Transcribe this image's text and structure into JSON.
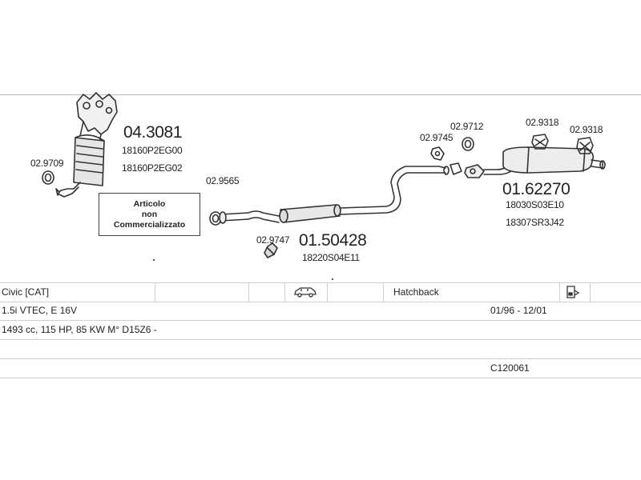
{
  "parts": {
    "manifold": {
      "code": "04.3081",
      "refs": [
        "18160P2EG00",
        "18160P2EG02"
      ]
    },
    "gasket_left": {
      "code": "02.9709"
    },
    "gasket_front": {
      "code": "02.9565"
    },
    "notice": [
      "Articolo",
      "non",
      "Commercializzato"
    ],
    "mid_section": {
      "code": "01.50428",
      "ref": "18220S04E11"
    },
    "clamp": {
      "code": "02.9747"
    },
    "gasket_rear_a": {
      "code": "02.9745"
    },
    "gasket_rear_b": {
      "code": "02.9712"
    },
    "rear_muffler": {
      "code": "01.62270",
      "refs": [
        "18030S03E10",
        "18307SR3J42"
      ]
    },
    "rubber_a": {
      "code": "02.9318"
    },
    "rubber_b": {
      "code": "02.9318"
    }
  },
  "vehicle": {
    "model": "Civic  [CAT]",
    "body": "Hatchback",
    "engine": "1.5i VTEC, E 16V",
    "years": "01/96 - 12/01",
    "specs": "1493 cc, 115 HP, 85 KW M° D15Z6 -",
    "code": "C120061"
  },
  "icons": {
    "car": "car-side-icon",
    "document": "document-icon"
  }
}
